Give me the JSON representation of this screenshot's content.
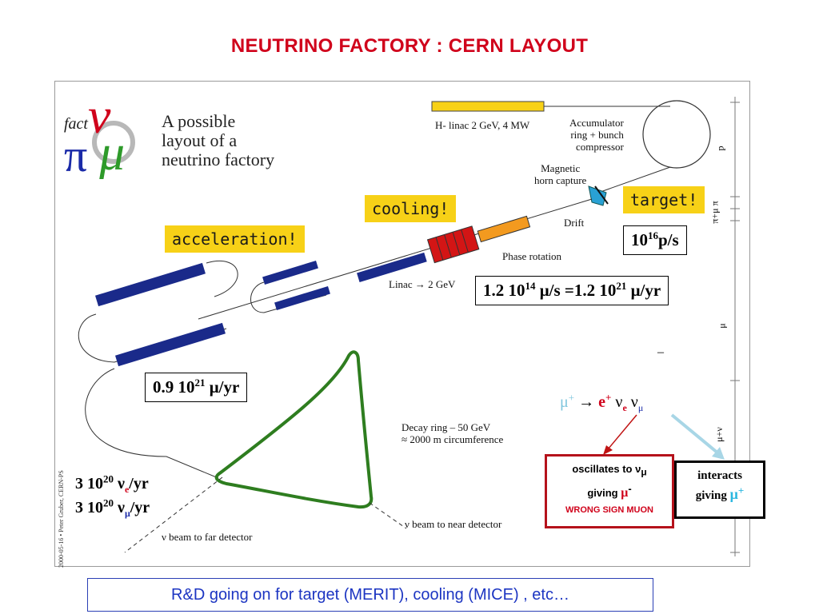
{
  "title": "NEUTRINO FACTORY :   CERN LAYOUT",
  "logo": {
    "text": "fact",
    "heading_lines": [
      "A possible",
      "layout of a",
      "neutrino factory"
    ]
  },
  "labels": {
    "hminus_linac": "H- linac 2 GeV, 4 MW",
    "accumulator": [
      "Accumulator",
      "ring + bunch",
      "compressor"
    ],
    "horn": [
      "Magnetic",
      "horn capture"
    ],
    "drift": "Drift",
    "phase_rotation": "Phase rotation",
    "linac2": "Linac → 2 GeV",
    "decay_ring": [
      "Decay ring – 50 GeV",
      "≈ 2000 m circumference"
    ],
    "far_beam": "ν beam to far detector",
    "near_beam": "ν beam to near detector",
    "credit": "2000-05-16 • Peter Gruber, CERN-PS",
    "axis_marks": [
      "p",
      "π+μ π",
      "μ",
      "μ+ν"
    ]
  },
  "tags": {
    "cooling": "cooling!",
    "acceleration": "acceleration!",
    "target": "target!"
  },
  "boxes": {
    "protons": {
      "base": "10",
      "exp": "16",
      "unit": "p/s"
    },
    "muon_rate": {
      "a": "1.2 10",
      "a_exp": "14",
      "a_unit": " μ/s =1.2 10",
      "b_exp": "21",
      "b_unit": " μ/yr"
    },
    "accel_rate": {
      "base": "0.9 10",
      "exp": "21",
      "unit": " μ/yr"
    },
    "nu_e": {
      "base": "3 10",
      "exp": "20",
      "nu": " ν",
      "sub": "e",
      "unit": "/yr"
    },
    "nu_mu": {
      "base": "3 10",
      "exp": "20",
      "nu": " ν",
      "sub": "μ",
      "unit": "/yr"
    }
  },
  "decay": {
    "mu": "μ",
    "mu_sign": "+",
    "arrow": " → ",
    "e": "e",
    "e_sign": "+",
    "nu_e": " ν",
    "nu_e_sub": "e",
    "nu_mu": "  ν",
    "nu_mu_sub": "μ",
    "bar": "–"
  },
  "oscillates_box": {
    "line1": "oscillates to ν",
    "line1_sub": "μ",
    "line2": "giving  ",
    "line2_mu": "μ",
    "line2_sup": "-",
    "line3": "WRONG SIGN  MUON"
  },
  "interacts_box": {
    "line1": "interacts",
    "line2": "giving ",
    "line2_mu": "μ",
    "line2_sup": "+"
  },
  "footer": "R&D going on for target (MERIT), cooling (MICE) , etc…",
  "colors": {
    "title": "#d0021b",
    "linac_blue": "#1a2a8a",
    "decay_green": "#2e7d1f",
    "cooling_red": "#d31515",
    "phase_orange": "#f39a1f",
    "yellow_tag": "#f7d117",
    "footer_blue": "#1c35c2"
  }
}
